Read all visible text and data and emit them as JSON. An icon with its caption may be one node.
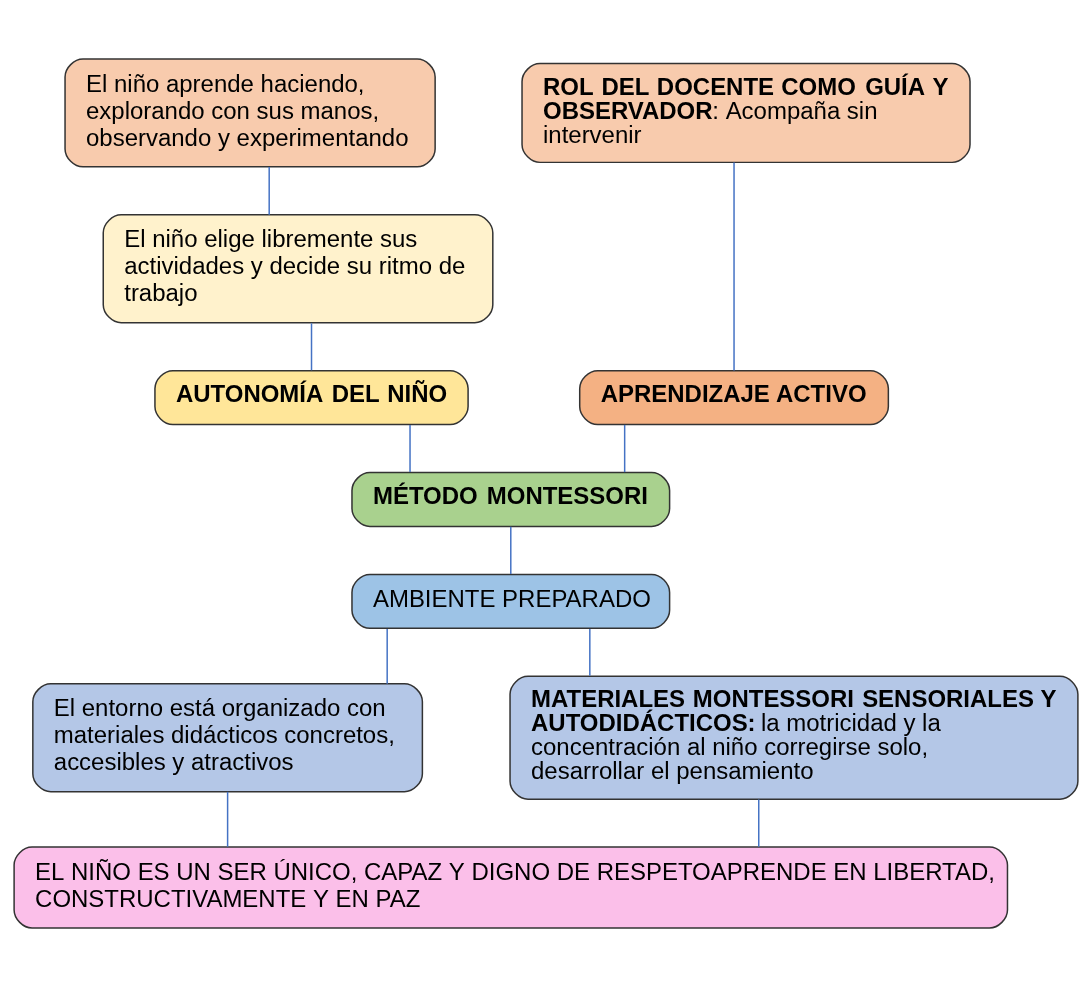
{
  "diagram": {
    "nodes": [
      {
        "text": [
          "El niño aprende haciendo, explorando con sus manos, observando y experimentando"
        ]
      },
      {
        "text": [
          "El niño elige libremente sus actividades y decide su ritmo de trabajo"
        ]
      },
      {
        "text": [
          "AUTONOMÍA DEL NIÑO"
        ]
      },
      {
        "text": [
          "**ROL DEL DOCENTE COMO GUÍA Y OBSERVADOR**: Acompaña sin intervenir"
        ]
      },
      {
        "text": [
          "APRENDIZAJE ACTIVO"
        ]
      },
      {
        "text": [
          "MÉTODO MONTESSORI"
        ]
      },
      {
        "text": [
          "AMBIENTE PREPARADO"
        ]
      },
      {
        "text": [
          "El entorno está organizado con materiales didácticos concretos, accesibles y atractivos"
        ]
      },
      {
        "text": [
          "**MATERIALES MONTESSORI SENSORIALES Y AUTODIDÁCTICOS:** la motricidad y la concentración al niño corregirse solo, desarrollar el pensamiento"
        ]
      },
      {
        "text": [
          "EL NIÑO ES UN SER ÚNICO, CAPAZ Y DIGNO DE RESPETOAPRENDE EN LIBERTAD, CONSTRUCTIVAMENTE Y EN PAZ"
        ]
      }
    ],
    "edges": [
      {
        "from": 0,
        "to": 1,
        "arrow": "none"
      },
      {
        "from": 1,
        "to": 2,
        "arrow": "none"
      },
      {
        "from": 2,
        "to": 5,
        "arrow": "none"
      },
      {
        "from": 3,
        "to": 4,
        "arrow": "none"
      },
      {
        "from": 4,
        "to": 5,
        "arrow": "none"
      },
      {
        "from": 5,
        "to": 6,
        "arrow": "none"
      },
      {
        "from": 6,
        "to": 7,
        "arrow": "none"
      },
      {
        "from": 6,
        "to": 8,
        "arrow": "none"
      },
      {
        "from": 7,
        "to": 9,
        "arrow": "none"
      },
      {
        "from": 8,
        "to": 9,
        "arrow": "none"
      }
    ]
  }
}
